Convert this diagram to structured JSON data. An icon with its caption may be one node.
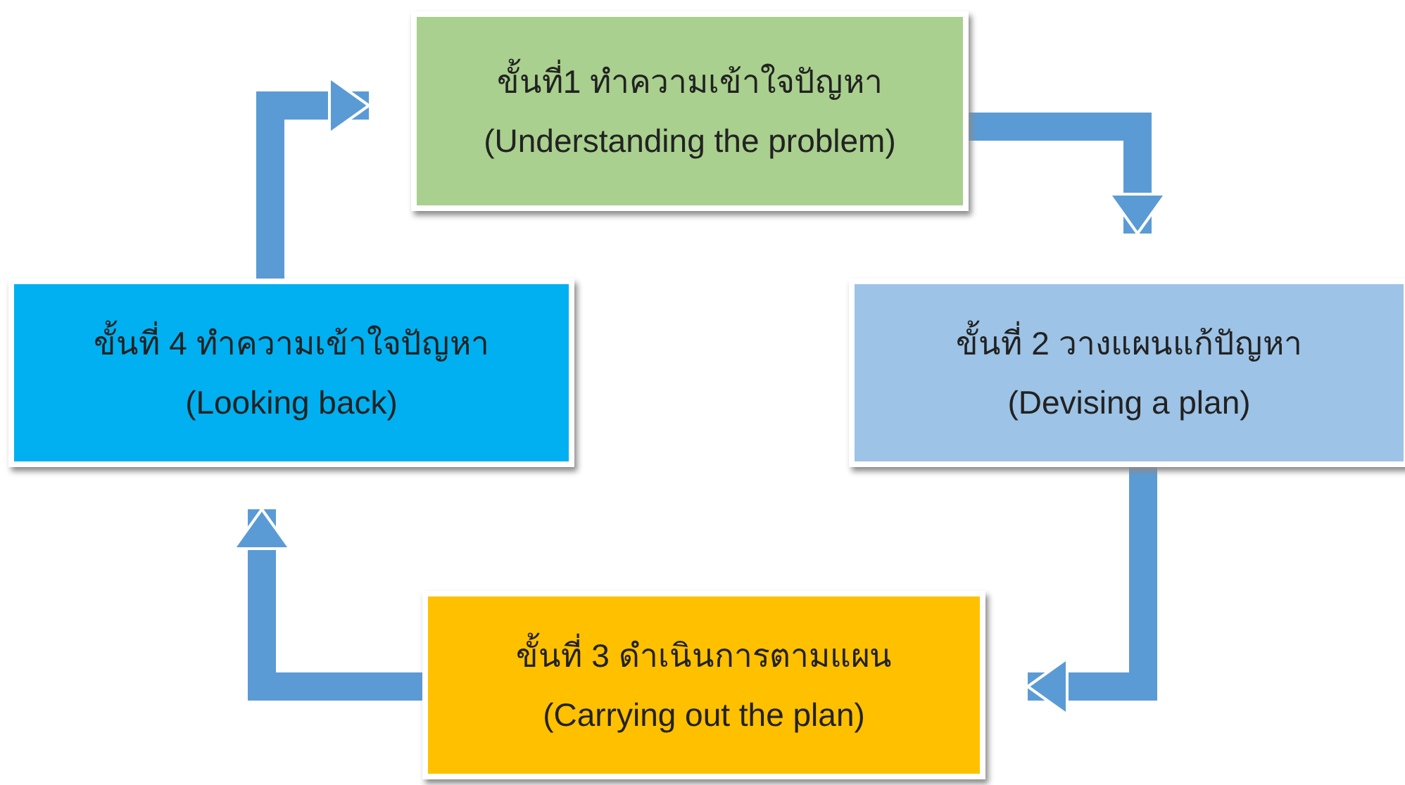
{
  "diagram": {
    "nodes": [
      {
        "text": [
          "ขั้นที่1 ทำความเข้าใจปัญหา",
          "(Understanding the problem)"
        ]
      },
      {
        "text": [
          "ขั้นที่ 2 วางแผนแก้ปัญหา",
          "(Devising a plan)"
        ]
      },
      {
        "text": [
          "ขั้นที่ 3 ดำเนินการตามแผน",
          "(Carrying out the plan)"
        ]
      },
      {
        "text": [
          "ขั้นที่ 4 ทำความเข้าใจปัญหา",
          "(Looking back)"
        ]
      }
    ],
    "edges": [
      {
        "from": 0,
        "to": 1,
        "arrow": "to"
      },
      {
        "from": 1,
        "to": 2,
        "arrow": "to"
      },
      {
        "from": 2,
        "to": 3,
        "arrow": "to"
      },
      {
        "from": 3,
        "to": 0,
        "arrow": "to"
      }
    ]
  }
}
